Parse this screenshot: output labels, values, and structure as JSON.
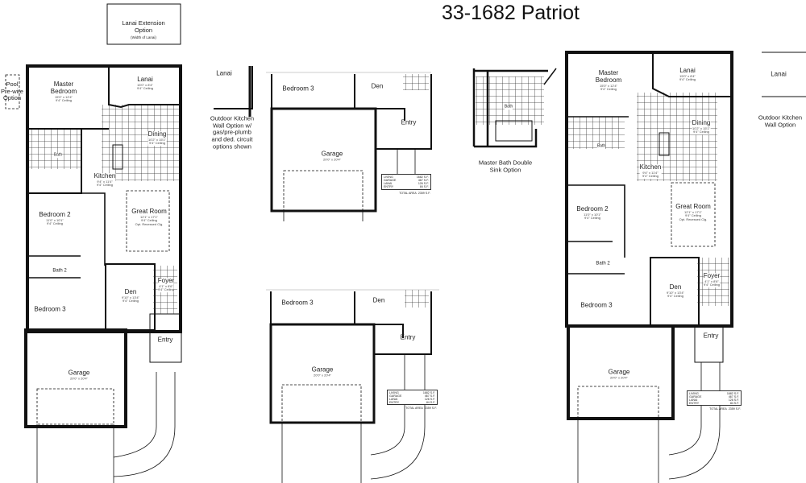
{
  "title": "33-1682 Patriot",
  "ceiling": "9'4\" Ceiling",
  "options": {
    "lanai_extension": [
      "Lanai Extension",
      "Option",
      "(Width of Lanai)"
    ],
    "pool": [
      "Pool",
      "Pre-wire",
      "Option"
    ],
    "outdoor_kitchen_full": [
      "Outdoor Kitchen",
      "Wall Option w/",
      "gas/pre-plumb",
      "and ded. circuit",
      "options shown"
    ],
    "master_bath": [
      "Master Bath Double",
      "Sink Option"
    ],
    "outdoor_kitchen": [
      "Outdoor Kitchen",
      "Wall Option"
    ]
  },
  "rooms": {
    "master_bedroom": {
      "name": "Master Bedroom",
      "dims": "15'0\" x 12'4\""
    },
    "lanai": {
      "name": "Lanai",
      "dims": "15'0\" x 8'4\""
    },
    "dining": {
      "name": "Dining",
      "dims": "10'2\" x 15'1\""
    },
    "kitchen": {
      "name": "Kitchen",
      "dims": "9'4\" x 11'4\""
    },
    "great_room": {
      "name": "Great Room",
      "dims": "12'1\" x 17'1\"",
      "note": "Opt. Recessed Clg."
    },
    "bedroom2": {
      "name": "Bedroom 2",
      "dims": "11'0\" x 10'1\""
    },
    "bath": {
      "name": "Bath"
    },
    "bath2": {
      "name": "Bath 2"
    },
    "bedroom3": {
      "name": "Bedroom 3"
    },
    "den": {
      "name": "Den",
      "dims": "9'10\" x 13'4\""
    },
    "foyer": {
      "name": "Foyer",
      "dims": "4'1\" x 8'6\""
    },
    "entry": {
      "name": "Entry"
    },
    "garage": {
      "name": "Garage",
      "dims": "20'0\" x 20'4\""
    }
  },
  "area_table": {
    "rows": [
      {
        "label": "LIVING",
        "value": "1682 S.F."
      },
      {
        "label": "GARAGE",
        "value": "467 S.F."
      },
      {
        "label": "LANAI",
        "value": "126 S.F."
      },
      {
        "label": "ENTRY",
        "value": "84 S.F."
      }
    ],
    "total_label": "TOTAL AREA",
    "total_value": "2359 S.F."
  }
}
